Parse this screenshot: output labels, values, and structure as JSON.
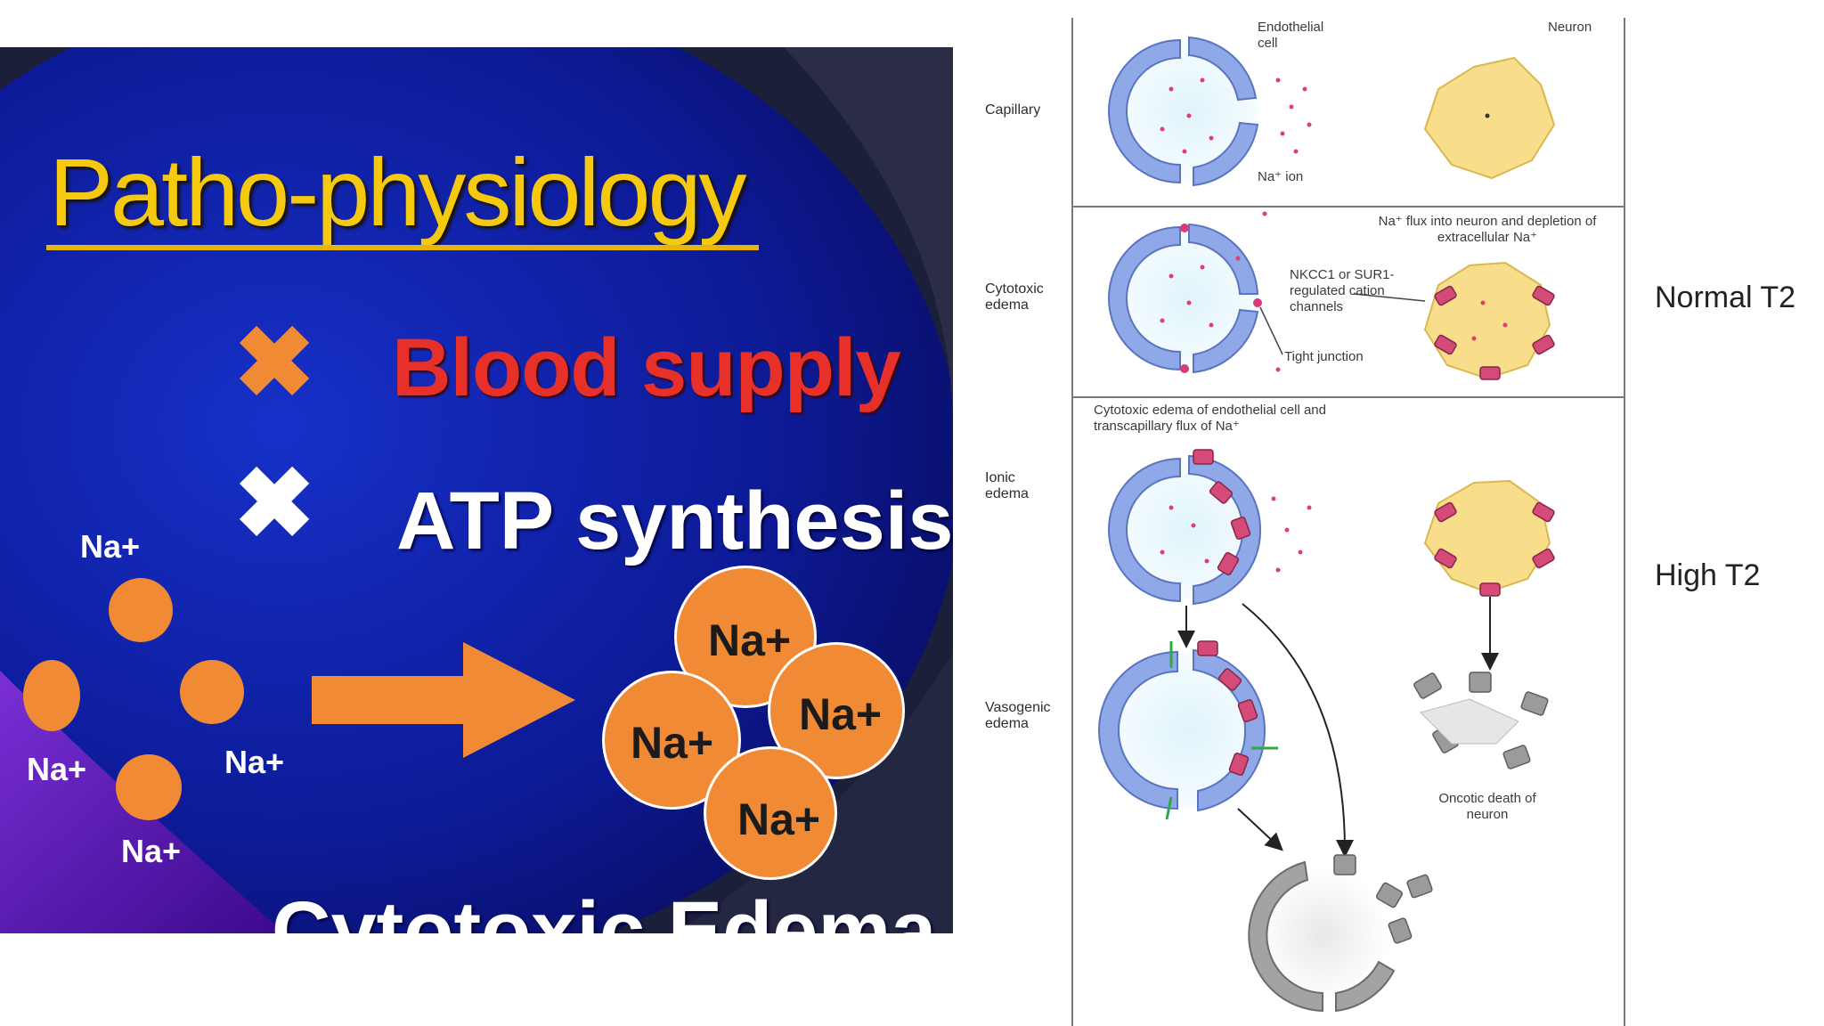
{
  "slide": {
    "title": "Patho-physiology",
    "items": [
      {
        "mark": "✖",
        "label": "Blood supply"
      },
      {
        "mark": "✖",
        "label": "ATP synthesis"
      }
    ],
    "ions_scattered": [
      "Na+",
      "Na+",
      "Na+",
      "Na+"
    ],
    "ions_clustered": [
      "Na+",
      "Na+",
      "Na+",
      "Na+"
    ],
    "caption": "Cytotoxic Edema",
    "colors": {
      "title": "#f5c90f",
      "blood_supply": "#e8302a",
      "ion": "#f08a35",
      "background": "#0c0e73"
    }
  },
  "figure": {
    "row_labels": [
      "Capillary",
      "Cytotoxic edema",
      "Ionic edema",
      "Vasogenic edema"
    ],
    "annotations": {
      "endothelial_cell": "Endothelial cell",
      "neuron": "Neuron",
      "na_ion": "Na⁺ ion",
      "na_flux": "Na⁺ flux into neuron and depletion of extracellular Na⁺",
      "channels": "NKCC1 or SUR1-regulated cation channels",
      "tight_junction": "Tight junction",
      "transcapillary": "Cytotoxic edema of endothelial cell and transcapillary flux of Na⁺",
      "oncotic": "Oncotic death of neuron"
    }
  },
  "side_labels": {
    "normal": "Normal T2",
    "high": "High T2"
  }
}
